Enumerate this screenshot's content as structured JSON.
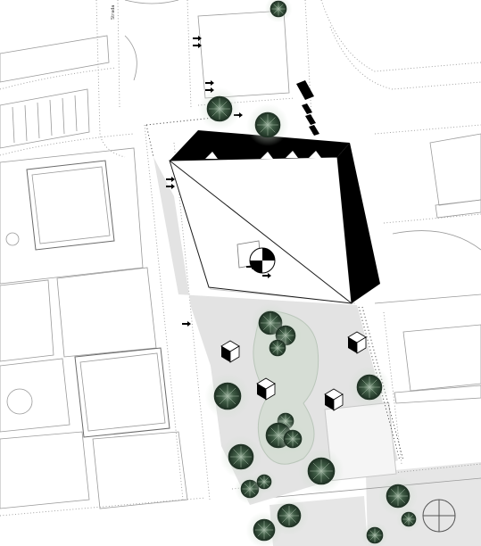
{
  "map": {
    "street_label": "Strada",
    "colors": {
      "background": "#ffffff",
      "building_fill": "#000000",
      "park_fill": "#e3e3e3",
      "path_fill": "#d4ddd3",
      "tree_fill": "#3f5c45",
      "tree_light": "#9bb19e",
      "plaza_fill": "#f5f5f5",
      "lines": "#9a9a9a"
    },
    "icons": [
      "compass-rose-icon",
      "entry-arrow-icon",
      "tree-icon"
    ],
    "features": [
      "main-building",
      "courtyard-pavilion",
      "park-area",
      "curved-footpath",
      "kiosk-cubes",
      "parking-area",
      "city-blocks"
    ]
  }
}
